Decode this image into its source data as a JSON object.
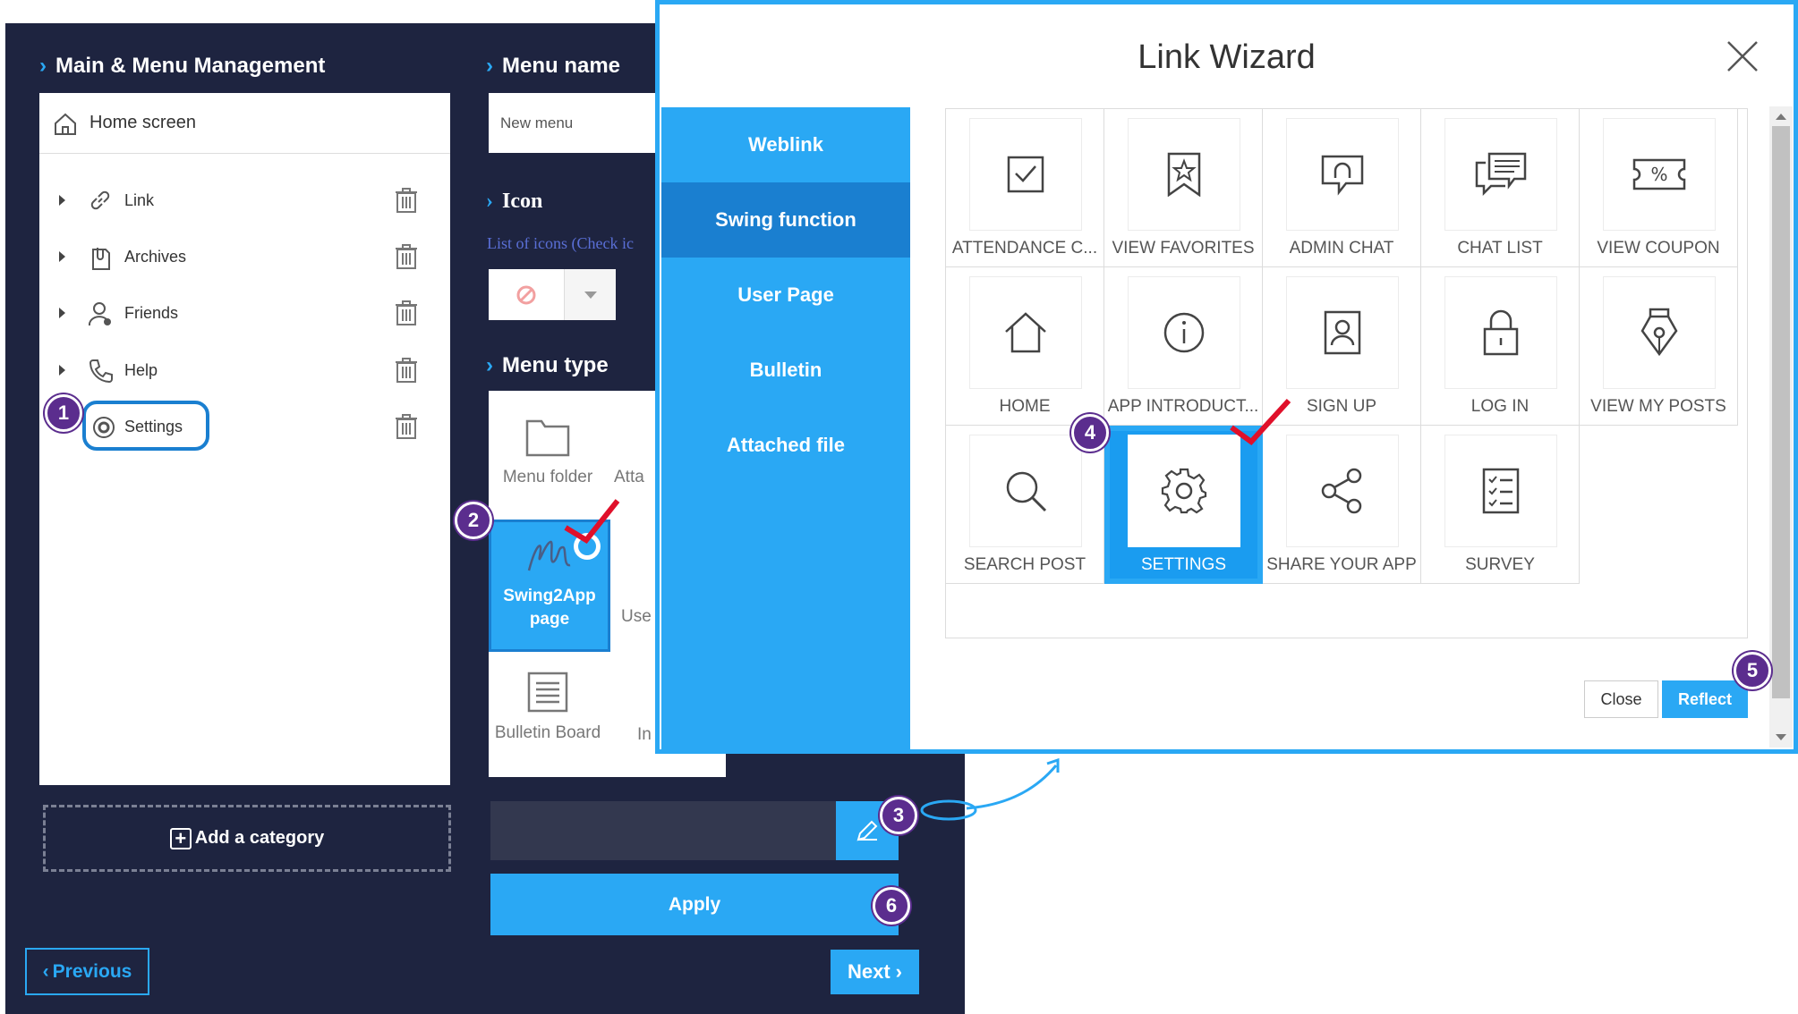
{
  "left_panel": {
    "title": "Main & Menu Management",
    "home": "Home screen",
    "items": [
      {
        "label": "Link",
        "icon": "link-icon"
      },
      {
        "label": "Archives",
        "icon": "archive-icon"
      },
      {
        "label": "Friends",
        "icon": "friends-icon"
      },
      {
        "label": "Help",
        "icon": "phone-icon"
      },
      {
        "label": "Settings",
        "icon": "gear-icon"
      }
    ],
    "add_category": "Add a category",
    "previous": "Previous"
  },
  "middle_panel": {
    "menu_name_title": "Menu name",
    "menu_name_value": "New menu",
    "icon_title": "Icon",
    "icon_hint": "List of icons (Check ic",
    "menu_type_title": "Menu type",
    "types": {
      "menu_folder": "Menu folder",
      "attach": "Atta",
      "swing2app_page": "Swing2App page",
      "user": "Use",
      "bulletin_board": "Bulletin Board",
      "image": "In"
    },
    "apply": "Apply",
    "next": "Next"
  },
  "wizard": {
    "title": "Link Wizard",
    "tabs": [
      "Weblink",
      "Swing function",
      "User Page",
      "Bulletin",
      "Attached file"
    ],
    "active_tab": "Swing function",
    "items": [
      {
        "label": "ATTENDANCE C...",
        "icon": "checkbox-icon"
      },
      {
        "label": "VIEW FAVORITES",
        "icon": "bookmark-star-icon"
      },
      {
        "label": "ADMIN CHAT",
        "icon": "admin-chat-icon"
      },
      {
        "label": "CHAT LIST",
        "icon": "chat-list-icon"
      },
      {
        "label": "VIEW COUPON",
        "icon": "coupon-icon"
      },
      {
        "label": "HOME",
        "icon": "home-icon"
      },
      {
        "label": "APP INTRODUCT...",
        "icon": "info-icon"
      },
      {
        "label": "SIGN UP",
        "icon": "user-card-icon"
      },
      {
        "label": "LOG IN",
        "icon": "lock-icon"
      },
      {
        "label": "VIEW MY POSTS",
        "icon": "pen-nib-icon"
      },
      {
        "label": "SEARCH POST",
        "icon": "search-icon"
      },
      {
        "label": "SETTINGS",
        "icon": "gear-icon"
      },
      {
        "label": "SHARE YOUR APP",
        "icon": "share-icon"
      },
      {
        "label": "SURVEY",
        "icon": "survey-icon"
      }
    ],
    "selected": "SETTINGS",
    "close": "Close",
    "reflect": "Reflect"
  },
  "steps": [
    "1",
    "2",
    "3",
    "4",
    "5",
    "6"
  ],
  "colors": {
    "accent": "#2aa8f4",
    "dark_bg": "#1e2440",
    "badge": "#5b2d8e",
    "check": "#e0102a"
  }
}
